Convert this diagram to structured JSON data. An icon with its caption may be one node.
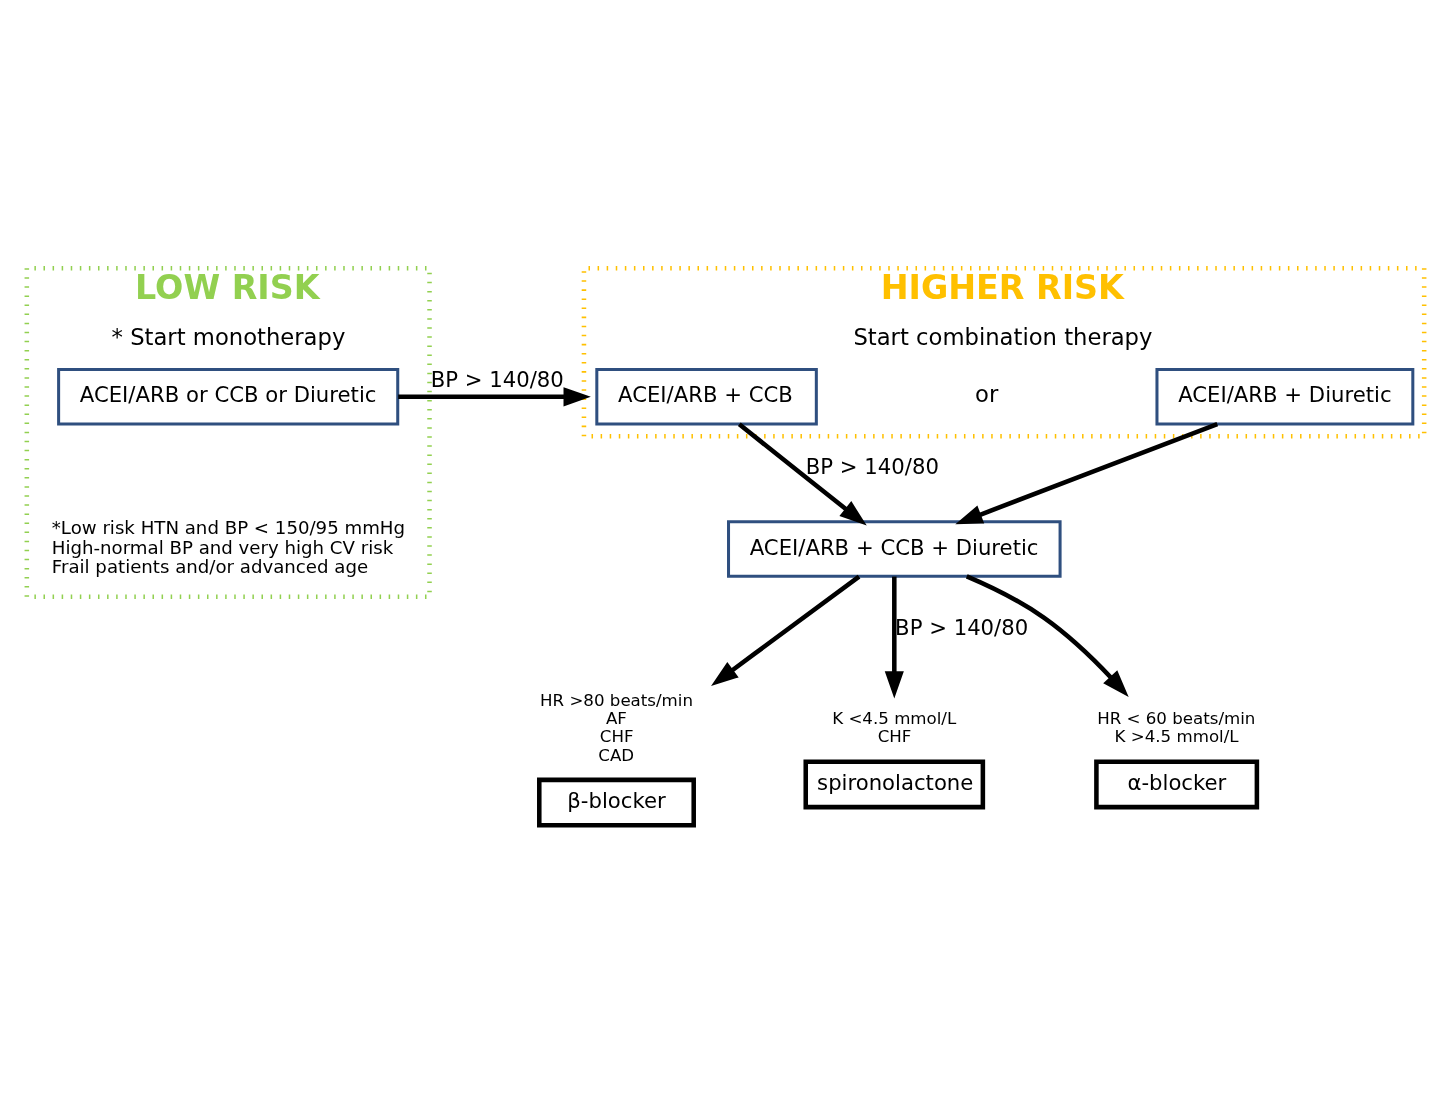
{
  "diagram": {
    "nodes": [
      {
        "text": [
          "LOW RISK",
          "* Start monotherapy"
        ]
      },
      {
        "text": [
          "ACEI/ARB or CCB or Diuretic"
        ],
        "in": 0
      },
      {
        "text": [
          "HIGHER RISK",
          "Start combination therapy"
        ]
      },
      {
        "text": [
          "ACEI/ARB + CCB"
        ],
        "in": 2
      },
      {
        "text": [
          "ACEI/ARB + Diuretic"
        ],
        "in": 2
      },
      {
        "text": [
          "ACEI/ARB + CCB + Diuretic"
        ]
      },
      {
        "text": [
          "β-blocker"
        ],
        "beside": [
          "HR >80 beats/min",
          "AF",
          "CHF",
          "CAD"
        ]
      },
      {
        "text": [
          "spironolactone"
        ],
        "beside": [
          "K <4.5 mmol/L",
          "CHF"
        ]
      },
      {
        "text": [
          "α-blocker"
        ],
        "beside": [
          "HR < 60 beats/min",
          "K >4.5 mmol/L"
        ]
      }
    ],
    "edges": [
      {
        "from": 1,
        "to": 2,
        "arrow": "to",
        "label": "BP > 140/80"
      },
      {
        "from": 3,
        "to": 5,
        "arrow": "to",
        "label": "BP > 140/80"
      },
      {
        "from": 4,
        "to": 5,
        "arrow": "to"
      },
      {
        "from": 5,
        "to": 6,
        "arrow": "to"
      },
      {
        "from": 5,
        "to": 7,
        "arrow": "to",
        "label": "BP > 140/80"
      },
      {
        "from": 5,
        "to": 8,
        "arrow": "to"
      }
    ],
    "labels": [
      "*Low risk HTN and BP < 150/95 mmHg",
      "High-normal BP and very high CV risk",
      "Frail patients and/or advanced age",
      "or"
    ]
  }
}
